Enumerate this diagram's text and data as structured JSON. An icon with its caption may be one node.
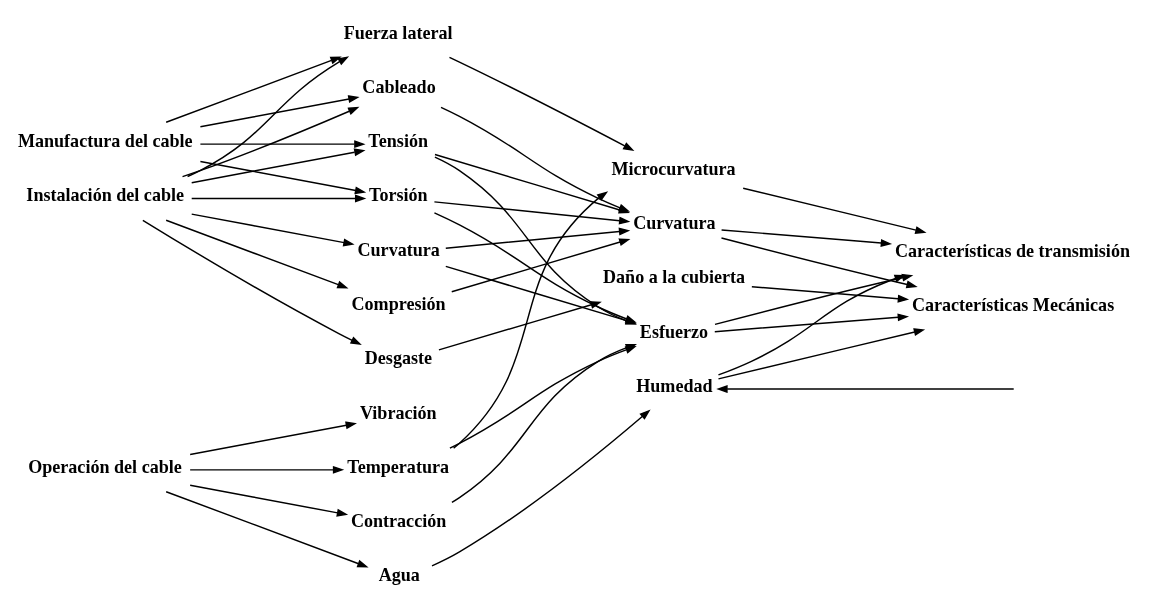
{
  "diagram": {
    "nodes": [
      {
        "text": [
          "Manufactura del cable"
        ]
      },
      {
        "text": [
          "Instalación del cable"
        ]
      },
      {
        "text": [
          "Operación del cable"
        ]
      },
      {
        "text": [
          "Fuerza lateral"
        ]
      },
      {
        "text": [
          "Cableado"
        ]
      },
      {
        "text": [
          "Tensión"
        ]
      },
      {
        "text": [
          "Torsión"
        ]
      },
      {
        "text": [
          "Curvatura"
        ]
      },
      {
        "text": [
          "Compresión"
        ]
      },
      {
        "text": [
          "Desgaste"
        ]
      },
      {
        "text": [
          "Vibración"
        ]
      },
      {
        "text": [
          "Temperatura"
        ]
      },
      {
        "text": [
          "Contracción"
        ]
      },
      {
        "text": [
          "Agua"
        ]
      },
      {
        "text": [
          "Microcurvatura"
        ]
      },
      {
        "text": [
          "Curvatura"
        ]
      },
      {
        "text": [
          "Daño a la cubierta"
        ]
      },
      {
        "text": [
          "Esfuerzo"
        ]
      },
      {
        "text": [
          "Humedad"
        ]
      },
      {
        "text": [
          "Características de transmisión"
        ]
      },
      {
        "text": [
          "Características Mecánicas"
        ]
      }
    ],
    "edges": [
      {
        "from": 0,
        "to": 3,
        "arrow": "to"
      },
      {
        "from": 0,
        "to": 4,
        "arrow": "to"
      },
      {
        "from": 0,
        "to": 5,
        "arrow": "to"
      },
      {
        "from": 0,
        "to": 6,
        "arrow": "to"
      },
      {
        "from": 1,
        "to": 3,
        "arrow": "to"
      },
      {
        "from": 1,
        "to": 4,
        "arrow": "to"
      },
      {
        "from": 1,
        "to": 5,
        "arrow": "to"
      },
      {
        "from": 1,
        "to": 6,
        "arrow": "to"
      },
      {
        "from": 1,
        "to": 7,
        "arrow": "to"
      },
      {
        "from": 1,
        "to": 8,
        "arrow": "to"
      },
      {
        "from": 1,
        "to": 9,
        "arrow": "to"
      },
      {
        "from": 2,
        "to": 10,
        "arrow": "to"
      },
      {
        "from": 2,
        "to": 11,
        "arrow": "to"
      },
      {
        "from": 2,
        "to": 12,
        "arrow": "to"
      },
      {
        "from": 2,
        "to": 13,
        "arrow": "to"
      },
      {
        "from": 3,
        "to": 14,
        "arrow": "to"
      },
      {
        "from": 4,
        "to": 15,
        "arrow": "to"
      },
      {
        "from": 5,
        "to": 15,
        "arrow": "to"
      },
      {
        "from": 5,
        "to": 17,
        "arrow": "to"
      },
      {
        "from": 6,
        "to": 15,
        "arrow": "to"
      },
      {
        "from": 6,
        "to": 17,
        "arrow": "to"
      },
      {
        "from": 7,
        "to": 15,
        "arrow": "to"
      },
      {
        "from": 7,
        "to": 17,
        "arrow": "to"
      },
      {
        "from": 8,
        "to": 15,
        "arrow": "to"
      },
      {
        "from": 9,
        "to": 16,
        "arrow": "to"
      },
      {
        "from": 11,
        "to": 14,
        "arrow": "to"
      },
      {
        "from": 11,
        "to": 17,
        "arrow": "to"
      },
      {
        "from": 12,
        "to": 17,
        "arrow": "to"
      },
      {
        "from": 13,
        "to": 18,
        "arrow": "to"
      },
      {
        "from": 14,
        "to": 19,
        "arrow": "to"
      },
      {
        "from": 15,
        "to": 19,
        "arrow": "to"
      },
      {
        "from": 15,
        "to": 20,
        "arrow": "to"
      },
      {
        "from": 16,
        "to": 20,
        "arrow": "to"
      },
      {
        "from": 17,
        "to": 19,
        "arrow": "to"
      },
      {
        "from": 17,
        "to": 20,
        "arrow": "to"
      },
      {
        "from": 18,
        "to": 19,
        "arrow": "to"
      },
      {
        "from": 18,
        "to": 20,
        "arrow": "to"
      },
      {
        "from": null,
        "to": 18,
        "arrow": "to"
      }
    ]
  }
}
